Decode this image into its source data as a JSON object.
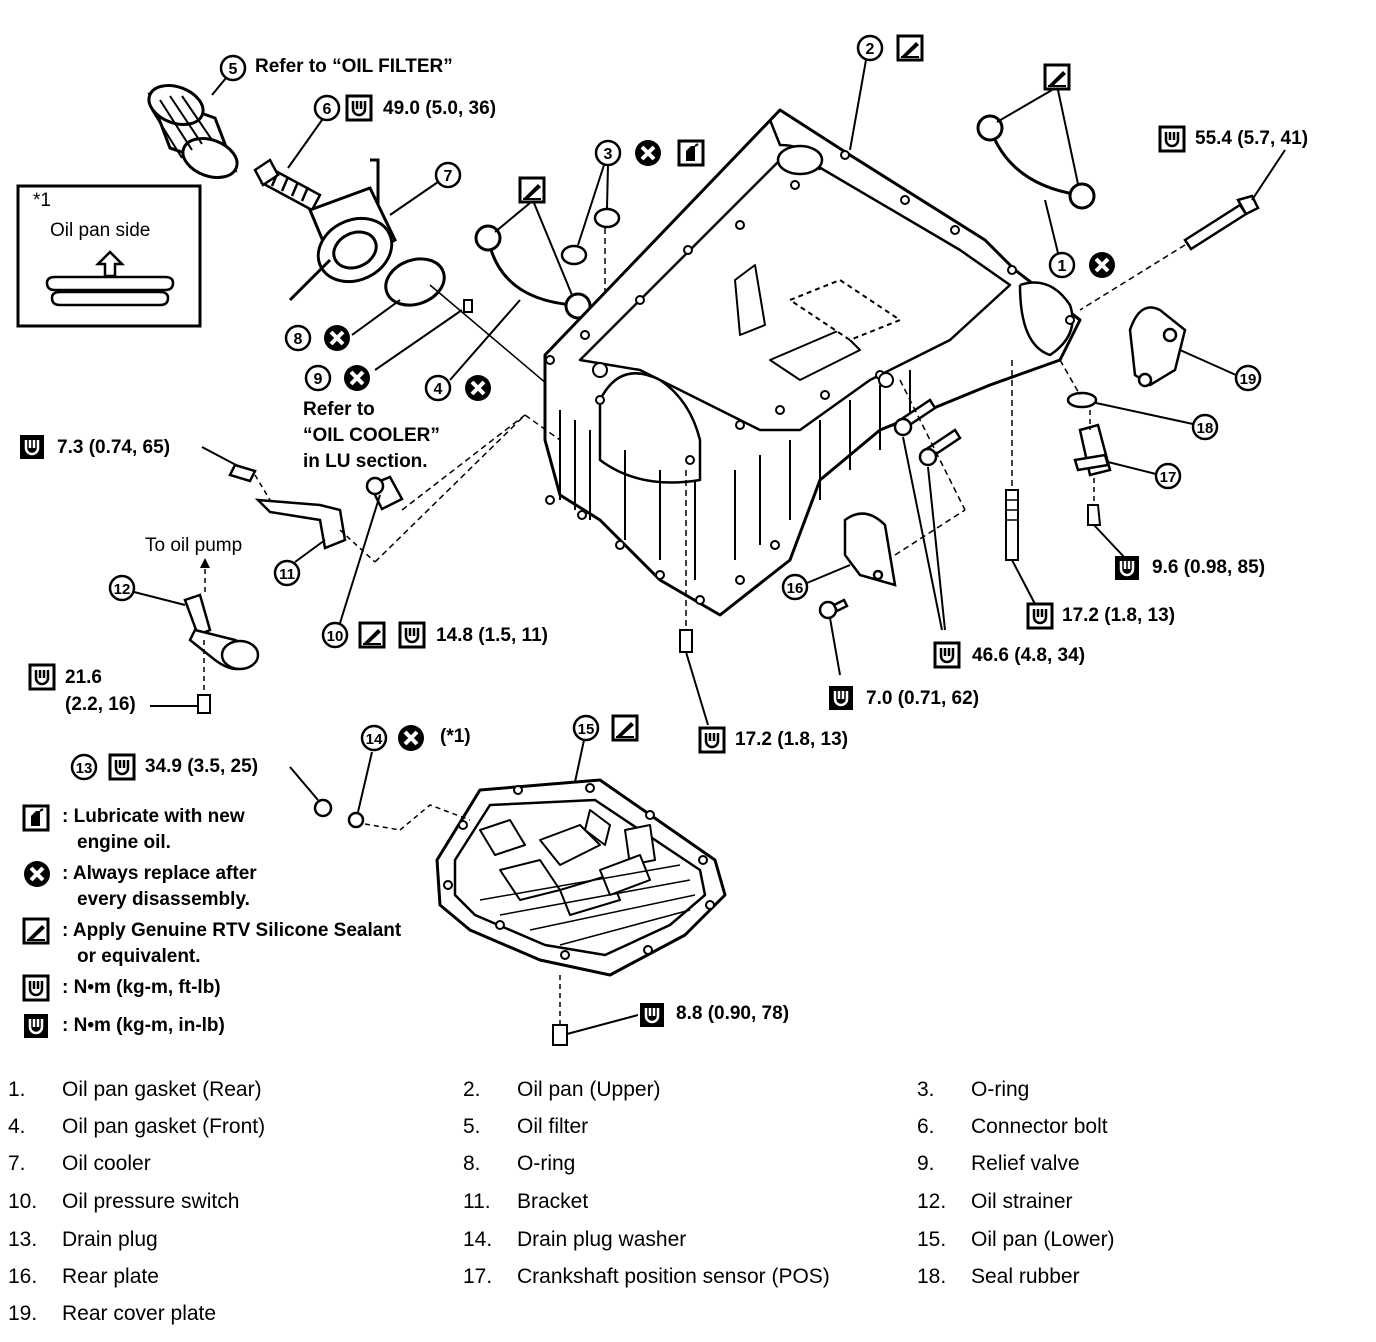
{
  "callouts": {
    "c5": "Refer to “OIL FILTER”",
    "c6": "49.0 (5.0, 36)",
    "c55": "55.4 (5.7, 41)",
    "c7_3": "7.3 (0.74, 65)",
    "refer_cooler_1": "Refer to",
    "refer_cooler_2": "“OIL COOLER”",
    "refer_cooler_3": "in LU section.",
    "to_oil_pump": "To oil pump",
    "c9_6": "9.6 (0.98, 85)",
    "c17_2a": "17.2 (1.8, 13)",
    "c46_6": "46.6 (4.8, 34)",
    "c14_8": "14.8 (1.5, 11)",
    "c7_0": "7.0 (0.71, 62)",
    "c21_6a": "21.6",
    "c21_6b": "(2.2, 16)",
    "c17_2b": "17.2 (1.8, 13)",
    "c34_9": "34.9 (3.5, 25)",
    "c14_note": "(*1)",
    "c8_8": "8.8 (0.90, 78)"
  },
  "inset": {
    "ref": "*1",
    "label": "Oil pan side"
  },
  "legend": [
    {
      "icon": "lubricate-icon",
      "line1": ": Lubricate with new",
      "line2": "engine oil."
    },
    {
      "icon": "replace-icon",
      "line1": ": Always replace after",
      "line2": "every disassembly."
    },
    {
      "icon": "sealant-icon",
      "line1": ": Apply Genuine RTV Silicone Sealant",
      "line2": "or equivalent."
    },
    {
      "icon": "torque-ftlb-icon",
      "line1": ": N•m  (kg-m,  ft-lb)",
      "line2": ""
    },
    {
      "icon": "torque-inlb-icon",
      "line1": ": N•m  (kg-m,  in-lb)",
      "line2": ""
    }
  ],
  "parts": [
    {
      "num": "1.",
      "name": "Oil pan gasket (Rear)"
    },
    {
      "num": "2.",
      "name": "Oil pan (Upper)"
    },
    {
      "num": "3.",
      "name": "O-ring"
    },
    {
      "num": "4.",
      "name": "Oil pan gasket (Front)"
    },
    {
      "num": "5.",
      "name": "Oil filter"
    },
    {
      "num": "6.",
      "name": "Connector bolt"
    },
    {
      "num": "7.",
      "name": "Oil cooler"
    },
    {
      "num": "8.",
      "name": "O-ring"
    },
    {
      "num": "9.",
      "name": "Relief valve"
    },
    {
      "num": "10.",
      "name": "Oil pressure switch"
    },
    {
      "num": "11.",
      "name": "Bracket"
    },
    {
      "num": "12.",
      "name": "Oil strainer"
    },
    {
      "num": "13.",
      "name": "Drain plug"
    },
    {
      "num": "14.",
      "name": "Drain plug washer"
    },
    {
      "num": "15.",
      "name": "Oil pan (Lower)"
    },
    {
      "num": "16.",
      "name": "Rear plate"
    },
    {
      "num": "17.",
      "name": "Crankshaft position sensor (POS)"
    },
    {
      "num": "18.",
      "name": "Seal rubber"
    },
    {
      "num": "19.",
      "name": "Rear cover plate"
    }
  ]
}
